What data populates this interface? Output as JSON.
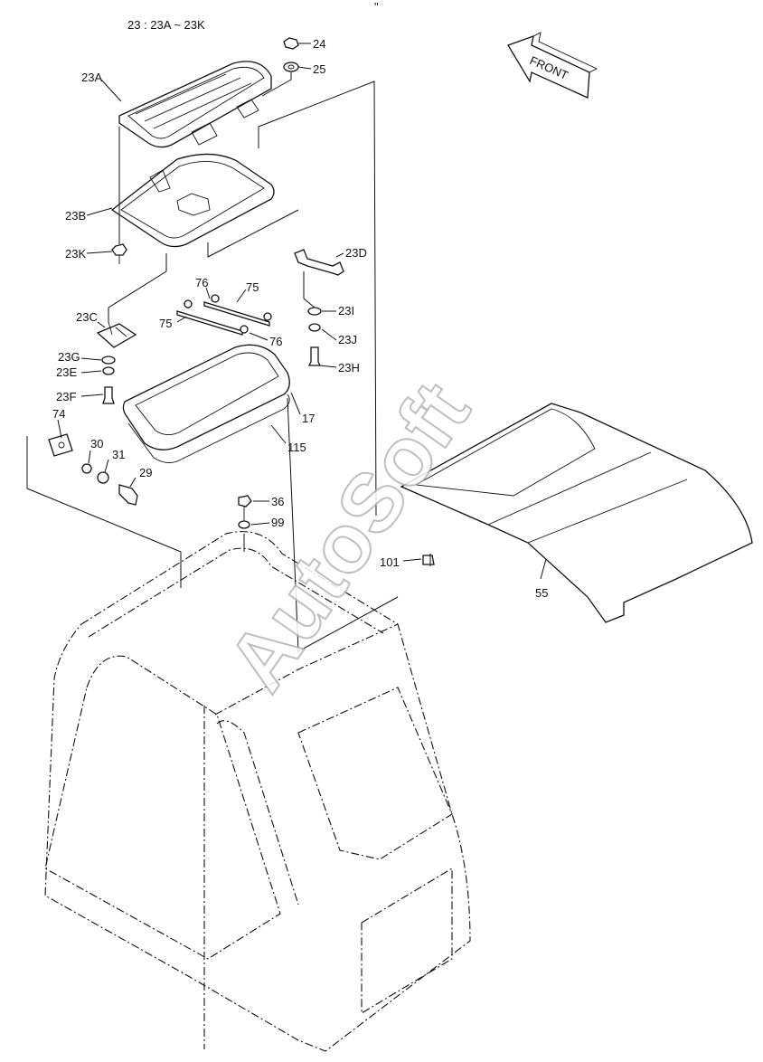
{
  "header": {
    "assembly_note": "23 : 23A ~ 23K",
    "top_mark": "\""
  },
  "front_arrow": {
    "label": "FRONT"
  },
  "watermark": {
    "text": "AutoSoft"
  },
  "callouts": {
    "c23A": "23A",
    "c23B": "23B",
    "c23C": "23C",
    "c23D": "23D",
    "c23E": "23E",
    "c23F": "23F",
    "c23G": "23G",
    "c23H": "23H",
    "c23I": "23I",
    "c23J": "23J",
    "c23K": "23K",
    "c24": "24",
    "c25": "25",
    "c75a": "75",
    "c75b": "75",
    "c76a": "76",
    "c76b": "76",
    "c17": "17",
    "c115": "115",
    "c74": "74",
    "c30": "30",
    "c31": "31",
    "c29": "29",
    "c36": "36",
    "c99": "99",
    "c101": "101",
    "c55": "55"
  }
}
